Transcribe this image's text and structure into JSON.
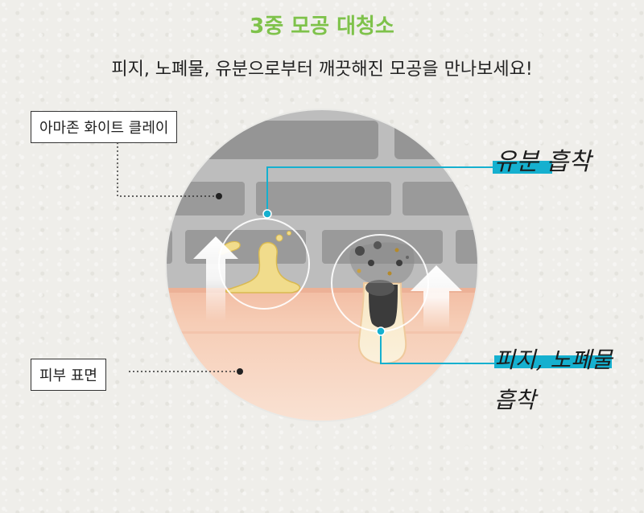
{
  "title": "3중 모공 대청소",
  "subtitle": "피지, 노폐물, 유분으로부터 깨끗해진 모공을 만나보세요!",
  "labels": {
    "clay": "아마존 화이트 클레이",
    "skin": "피부 표면"
  },
  "callouts": {
    "oil": "유분 흡착",
    "sebum_line1": "피지, 노폐물",
    "sebum_line2": "흡착"
  },
  "colors": {
    "title_green": "#7ec24a",
    "accent_cyan": "#15b0cf",
    "clay_gray": "#a9a9a9",
    "skin_peach": "#f8d7c2"
  }
}
